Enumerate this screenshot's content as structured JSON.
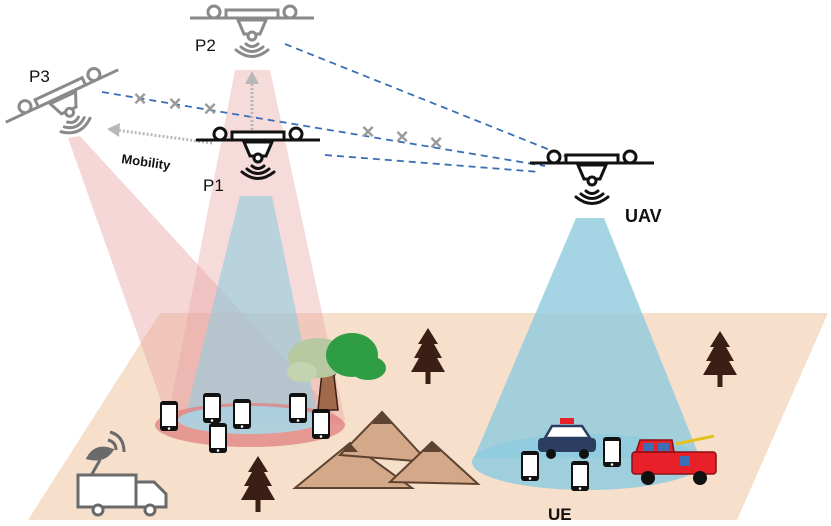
{
  "labels": {
    "p1": "P1",
    "p2": "P2",
    "p3": "P3",
    "uav": "UAV",
    "mobility": "Mobility",
    "ue": "UE"
  },
  "colors": {
    "ground": "#f4d9c2",
    "red_beam": "#e9a6a6",
    "blue_beam": "#8fcbdf",
    "link": "#3a6fb5",
    "blocked_x": "#9a9a9a",
    "mountain_top": "#5e4331",
    "mountain_body": "#d4a98a",
    "tree_dark": "#3b1f16",
    "truck": "#6a6a6a",
    "fire_truck": "#e8202a",
    "police_car": "#2b3e62"
  },
  "icons": [
    "drone-icon",
    "wifi-signal-icon",
    "smartphone-icon",
    "pine-tree-icon",
    "oak-tree-icon",
    "mountain-icon",
    "satellite-truck-icon",
    "police-car-icon",
    "fire-truck-icon"
  ]
}
